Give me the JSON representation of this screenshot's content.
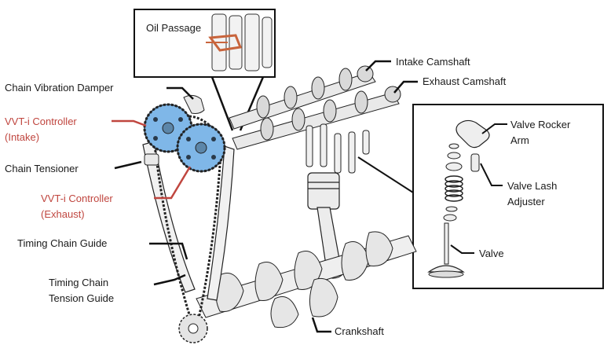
{
  "labels": {
    "oil_passage": "Oil Passage",
    "intake_camshaft": "Intake Camshaft",
    "exhaust_camshaft": "Exhaust Camshaft",
    "chain_vibration_damper": "Chain Vibration Damper",
    "vvti_intake_line1": "VVT-i Controller",
    "vvti_intake_line2": "(Intake)",
    "chain_tensioner": "Chain Tensioner",
    "vvti_exhaust_line1": "VVT-i Controller",
    "vvti_exhaust_line2": "(Exhaust)",
    "timing_chain_guide": "Timing Chain Guide",
    "timing_chain_tension_guide_line1": "Timing Chain",
    "timing_chain_tension_guide_line2": "Tension Guide",
    "crankshaft": "Crankshaft",
    "valve_rocker_arm_line1": "Valve Rocker",
    "valve_rocker_arm_line2": "Arm",
    "valve_lash_adjuster_line1": "Valve Lash",
    "valve_lash_adjuster_line2": "Adjuster",
    "valve": "Valve"
  },
  "colors": {
    "vvti_highlight": "#7fb7e8",
    "vvti_label": "#c0463f",
    "line": "#111111",
    "part_fill": "#e9e9e9"
  }
}
